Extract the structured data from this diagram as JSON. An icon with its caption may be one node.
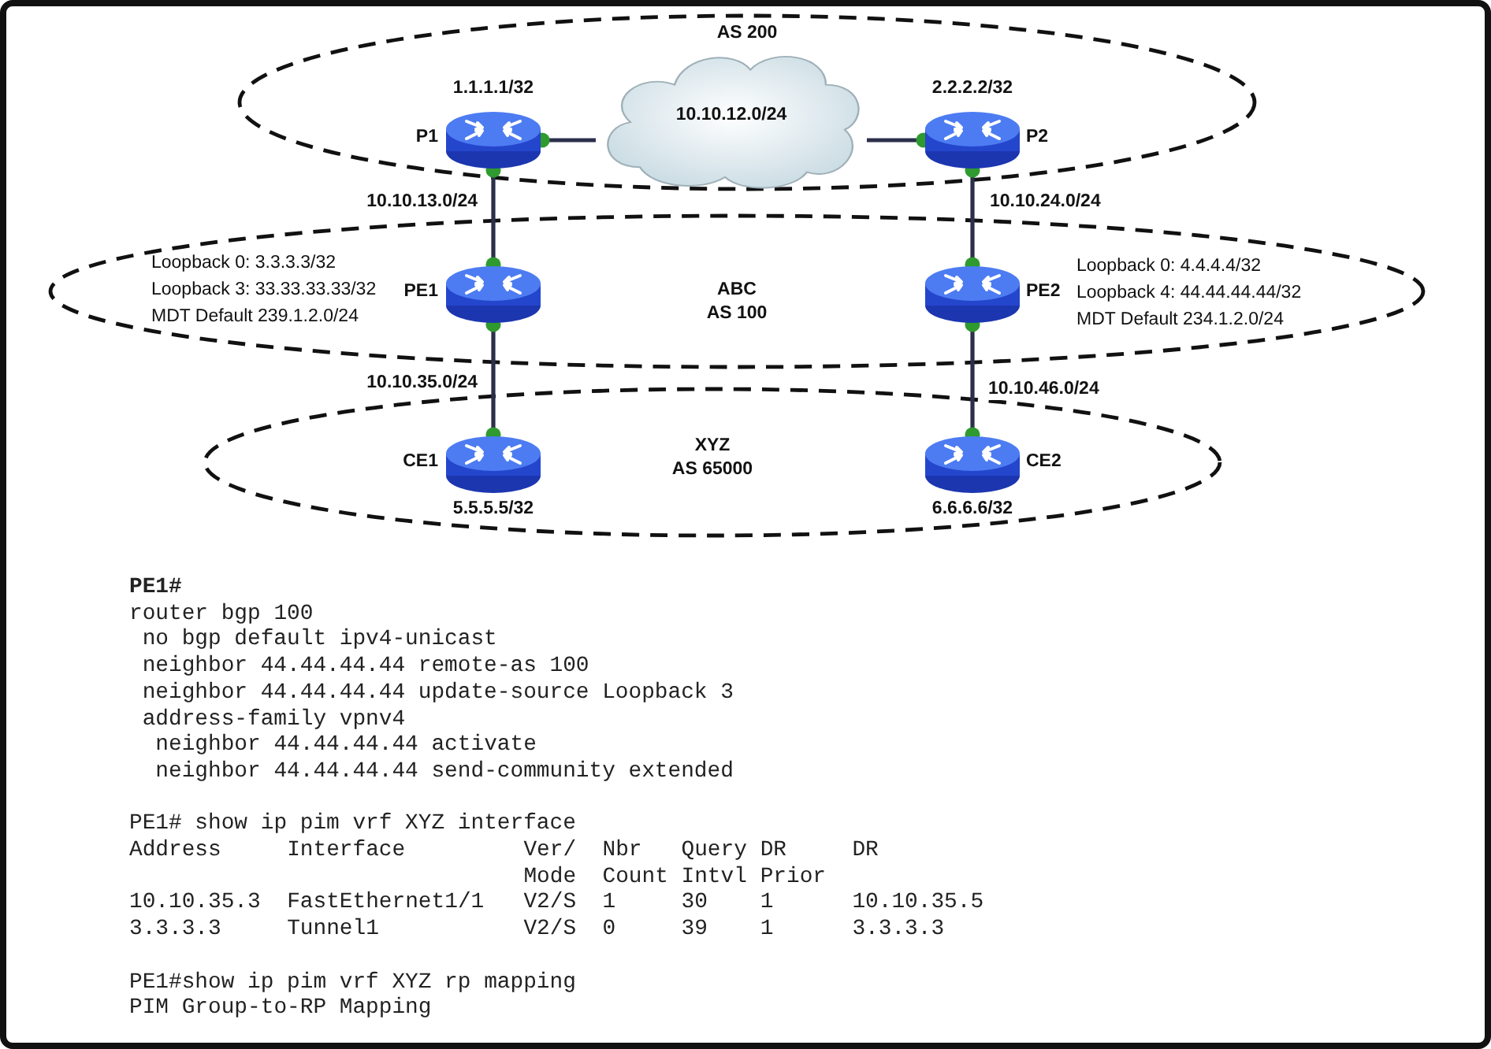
{
  "diagram": {
    "nodes": [
      {
        "text": [
          "AS 200"
        ]
      },
      {
        "text": [
          "ABC",
          "AS 100"
        ]
      },
      {
        "text": [
          "XYZ",
          "AS 65000"
        ]
      },
      {
        "text": [
          "P1"
        ],
        "in": 0,
        "beside": [
          "1.1.1.1/32"
        ]
      },
      {
        "text": [
          "10.10.12.0/24"
        ],
        "in": 0
      },
      {
        "text": [
          "P2"
        ],
        "in": 0,
        "beside": [
          "2.2.2.2/32"
        ]
      },
      {
        "text": [
          "PE1"
        ],
        "in": 1,
        "beside": [
          "Loopback 0: 3.3.3.3/32",
          "Loopback 3: 33.33.33.33/32",
          "MDT Default 239.1.2.0/24"
        ]
      },
      {
        "text": [
          "PE2"
        ],
        "in": 1,
        "beside": [
          "Loopback 0: 4.4.4.4/32",
          "Loopback 4: 44.44.44.44/32",
          "MDT Default 234.1.2.0/24"
        ]
      },
      {
        "text": [
          "CE1"
        ],
        "in": 2,
        "beside": [
          "5.5.5.5/32"
        ]
      },
      {
        "text": [
          "CE2"
        ],
        "in": 2,
        "beside": [
          "6.6.6.6/32"
        ]
      }
    ],
    "edges": [
      {
        "from": 3,
        "to": 4,
        "arrow": "other"
      },
      {
        "from": 4,
        "to": 5,
        "arrow": "other"
      },
      {
        "from": 3,
        "to": 6,
        "arrow": "other",
        "label": "10.10.13.0/24"
      },
      {
        "from": 6,
        "to": 8,
        "arrow": "other",
        "label": "10.10.35.0/24"
      },
      {
        "from": 5,
        "to": 7,
        "arrow": "other",
        "label": "10.10.24.0/24"
      },
      {
        "from": 7,
        "to": 9,
        "arrow": "other",
        "label": "10.10.46.0/24"
      }
    ],
    "labels": [
      "PE1#",
      "router bgp 100",
      "no bgp default ipv4-unicast",
      "neighbor 44.44.44.44 remote-as 100",
      "neighbor 44.44.44.44 update-source Loopback 3",
      "address-family vpnv4",
      "neighbor 44.44.44.44 activate",
      "neighbor 44.44.44.44 send-community extended",
      "PE1# show ip pim vrf XYZ interface",
      "Address",
      "Interface",
      "Ver/ Mode",
      "Nbr Count",
      "Query Intvl",
      "DR Prior",
      "DR",
      "10.10.35.3",
      "FastEthernet1/1",
      "V2/S",
      "1",
      "30",
      "1",
      "10.10.35.5",
      "3.3.3.3",
      "Tunnel1",
      "V2/S",
      "0",
      "39",
      "1",
      "3.3.3.3",
      "PE1#show ip pim vrf XYZ rp mapping",
      "PIM Group-to-RP Mapping"
    ]
  }
}
